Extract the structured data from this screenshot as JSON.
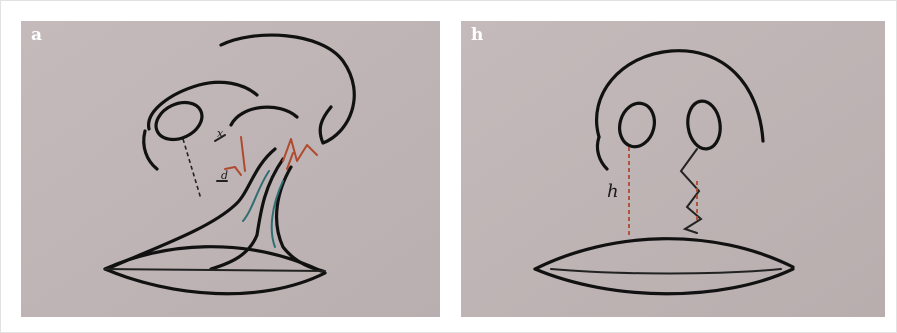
{
  "figure": {
    "panels": [
      {
        "id": "a",
        "letter": "a",
        "labels": {
          "x": "x",
          "d": "d"
        }
      },
      {
        "id": "b",
        "letter": "h",
        "labels": {
          "h": "h"
        }
      }
    ]
  },
  "colors": {
    "paper": "#bfb5b5",
    "ink": "#111111",
    "red_annotation": "#b04a2e",
    "teal_annotation": "#2f6e72"
  }
}
